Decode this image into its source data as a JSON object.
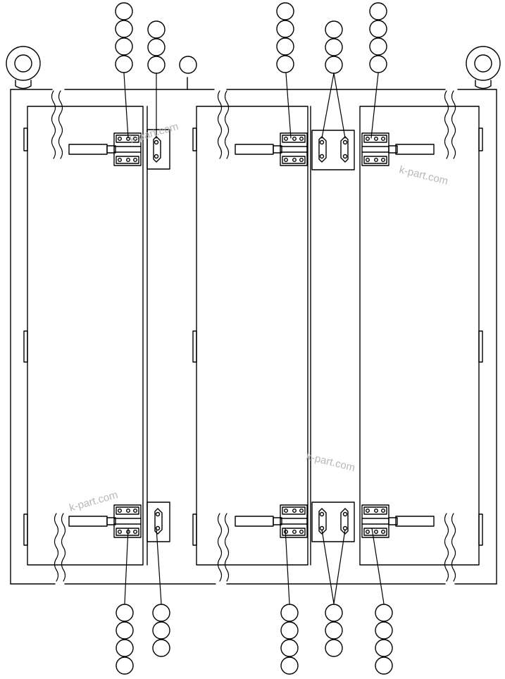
{
  "drawing": {
    "line_color": "#000000",
    "background": "#ffffff",
    "watermark_color": "#b8b8b8"
  },
  "callouts": {
    "style": "empty-balloon",
    "groups": [
      {
        "id": "top-left-a",
        "balloons": 4
      },
      {
        "id": "top-left-b",
        "balloons": 3
      },
      {
        "id": "top-left-c",
        "balloons": 1
      },
      {
        "id": "top-center-a",
        "balloons": 4
      },
      {
        "id": "top-center-b",
        "balloons": 3
      },
      {
        "id": "top-right-a",
        "balloons": 4
      },
      {
        "id": "bottom-left-a",
        "balloons": 4
      },
      {
        "id": "bottom-left-b",
        "balloons": 3
      },
      {
        "id": "bottom-center-a",
        "balloons": 4
      },
      {
        "id": "bottom-center-b",
        "balloons": 3
      },
      {
        "id": "bottom-right-a",
        "balloons": 4
      }
    ]
  },
  "watermarks": [
    "k-part.com",
    "k-part.com",
    "k-part.com"
  ]
}
